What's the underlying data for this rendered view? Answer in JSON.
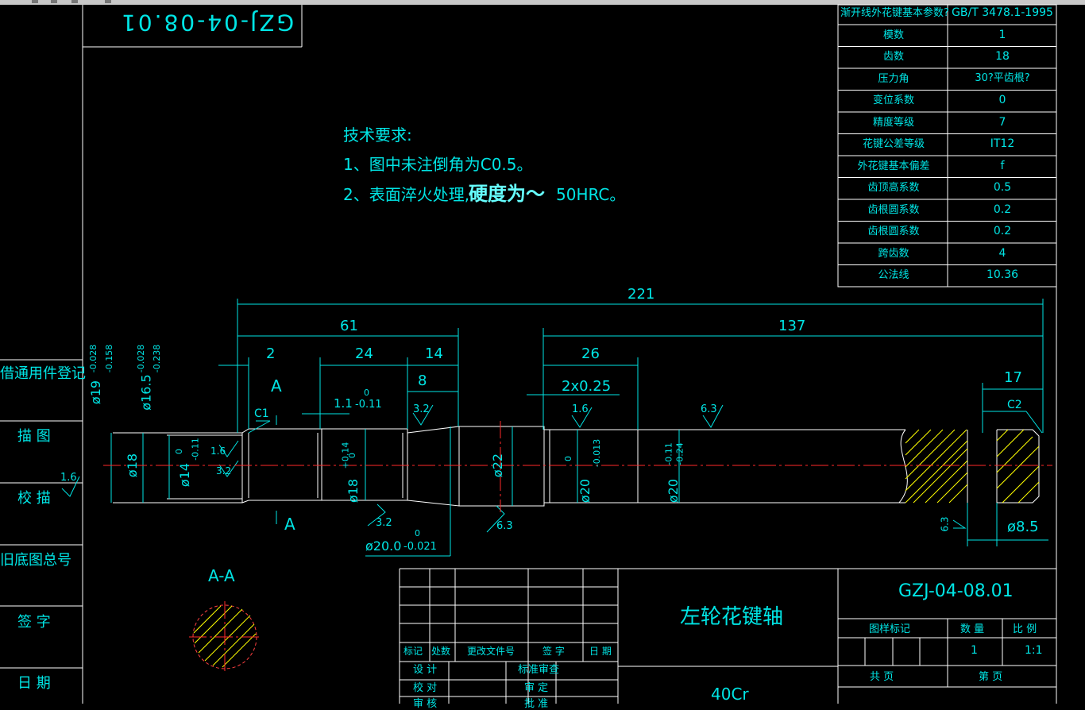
{
  "window": {
    "toolbar_icons": [
      "toolbar-icon-1",
      "toolbar-icon-2",
      "toolbar-icon-3",
      "toolbar-icon-4"
    ]
  },
  "colors": {
    "line": "#00e5e5",
    "white": "#ffffff",
    "center": "#ff2a2a",
    "hatch": "#ffff00",
    "background": "#000000"
  },
  "drawing_no_top": "GZJ-04-08.01",
  "tech_req": {
    "title": "技术要求:",
    "line1": "1、图中未注倒角为C0.5。",
    "line2a": "2、表面淬火处理,",
    "line2b": "硬度为～",
    "line2c": "50HRC。"
  },
  "spline_table": {
    "header_label": "渐开线外花键基本参数?",
    "header_std": "GB/T 3478.1-1995",
    "rows": [
      {
        "label": "模数",
        "value": "1"
      },
      {
        "label": "齿数",
        "value": "18"
      },
      {
        "label": "压力角",
        "value": "30?平齿根?"
      },
      {
        "label": "变位系数",
        "value": "0"
      },
      {
        "label": "精度等级",
        "value": "7"
      },
      {
        "label": "花键公差等级",
        "value": "IT12"
      },
      {
        "label": "外花键基本偏差",
        "value": "f"
      },
      {
        "label": "齿顶高系数",
        "value": "0.5"
      },
      {
        "label": "齿根圆系数",
        "value": "0.2"
      },
      {
        "label": "齿根圆系数",
        "value": "0.2"
      },
      {
        "label": "跨齿数",
        "value": "4"
      },
      {
        "label": "公法线",
        "value": "10.36"
      }
    ]
  },
  "side_column": [
    "借通用件登记",
    "描 图",
    "校 描",
    "旧底图总号",
    "签 字",
    "日 期"
  ],
  "side_roughness": "1.6",
  "dims": {
    "overall": "221",
    "left_len": "61",
    "right_len": "137",
    "d2": "2",
    "d24": "24",
    "d14": "14",
    "d8": "8",
    "d26": "26",
    "d17": "17",
    "groove": "2x0.25",
    "slot": "1.1",
    "slot_tol_up": "0",
    "slot_tol_lo": "-0.11",
    "dia19": "ø19",
    "dia19_up": "-0.028",
    "dia19_lo": "-0.158",
    "dia165": "ø16.5",
    "dia165_up": "-0.028",
    "dia165_lo": "-0.238",
    "dia18": "ø18",
    "dia14": "ø14",
    "dia14_up": "0",
    "dia14_lo": "-0.11",
    "dia18b": "ø18",
    "dia18b_up": "+0.14",
    "dia18b_lo": "0",
    "dia22": "ø22",
    "dia20a": "ø20",
    "dia20a_up": "0",
    "dia20a_lo": "-0.013",
    "dia20b": "ø20",
    "dia20b_up": "-0.11",
    "dia20b_lo": "-0.24",
    "dia20c": "ø20.0",
    "dia20c_up": "0",
    "dia20c_lo": "-0.021",
    "dia85": "ø8.5",
    "c1": "C1",
    "c2": "C2",
    "sec_a": "A",
    "sec_a2": "A",
    "section_title": "A-A",
    "r32a": "3.2",
    "r32b": "3.2",
    "r32c": "3.2",
    "r16a": "1.6",
    "r16b": "1.6",
    "r63a": "6.3",
    "r63b": "6.3",
    "r63c": "6.3"
  },
  "title_block": {
    "part_name": "左轮花键轴",
    "drawing_no": "GZJ-04-08.01",
    "material": "40Cr",
    "labels": [
      "标记",
      "处数",
      "更改文件号",
      "签 字",
      "日 期"
    ],
    "design": "设 计",
    "check": "校 对",
    "review": "审 核",
    "std_review": "标准审查",
    "approve": "审 定",
    "approve2": "批 准",
    "mark_label": "图样标记",
    "qty_label": "数 量",
    "scale_label": "比 例",
    "qty": "1",
    "scale": "1:1",
    "total_label": "共 页",
    "sheet_label": "第 页"
  }
}
